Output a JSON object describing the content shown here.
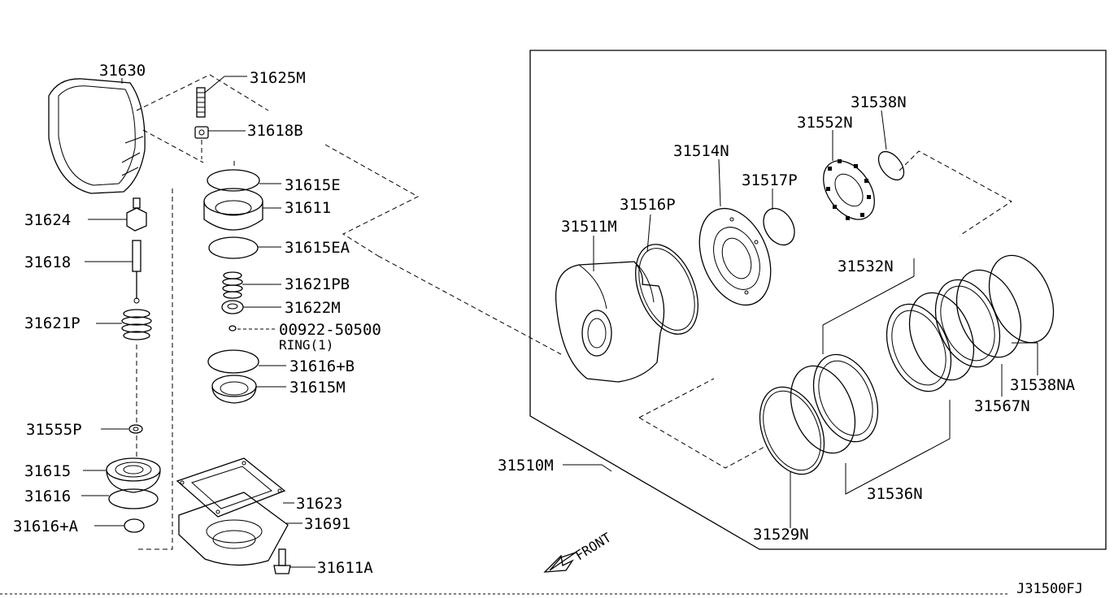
{
  "diagram_id": "J31500FJ",
  "front_label": "FRONT",
  "labels": {
    "p31630": "31630",
    "p31625M": "31625M",
    "p31618B": "31618B",
    "p31615E": "31615E",
    "p31611": "31611",
    "p31615EA": "31615EA",
    "p31624": "31624",
    "p31618": "31618",
    "p31621PB": "31621PB",
    "p31622M": "31622M",
    "p00922": "00922-50500",
    "ring": "RING(1)",
    "p31621P": "31621P",
    "p31616B": "31616+B",
    "p31615M": "31615M",
    "p31555P": "31555P",
    "p31615": "31615",
    "p31616": "31616",
    "p31623": "31623",
    "p31616A": "31616+A",
    "p31691": "31691",
    "p31611A": "31611A",
    "p31538N": "31538N",
    "p31552N": "31552N",
    "p31514N": "31514N",
    "p31517P": "31517P",
    "p31516P": "31516P",
    "p31511M": "31511M",
    "p31532N": "31532N",
    "p31538NA": "31538NA",
    "p31567N": "31567N",
    "p31510M": "31510M",
    "p31536N": "31536N",
    "p31529N": "31529N"
  }
}
